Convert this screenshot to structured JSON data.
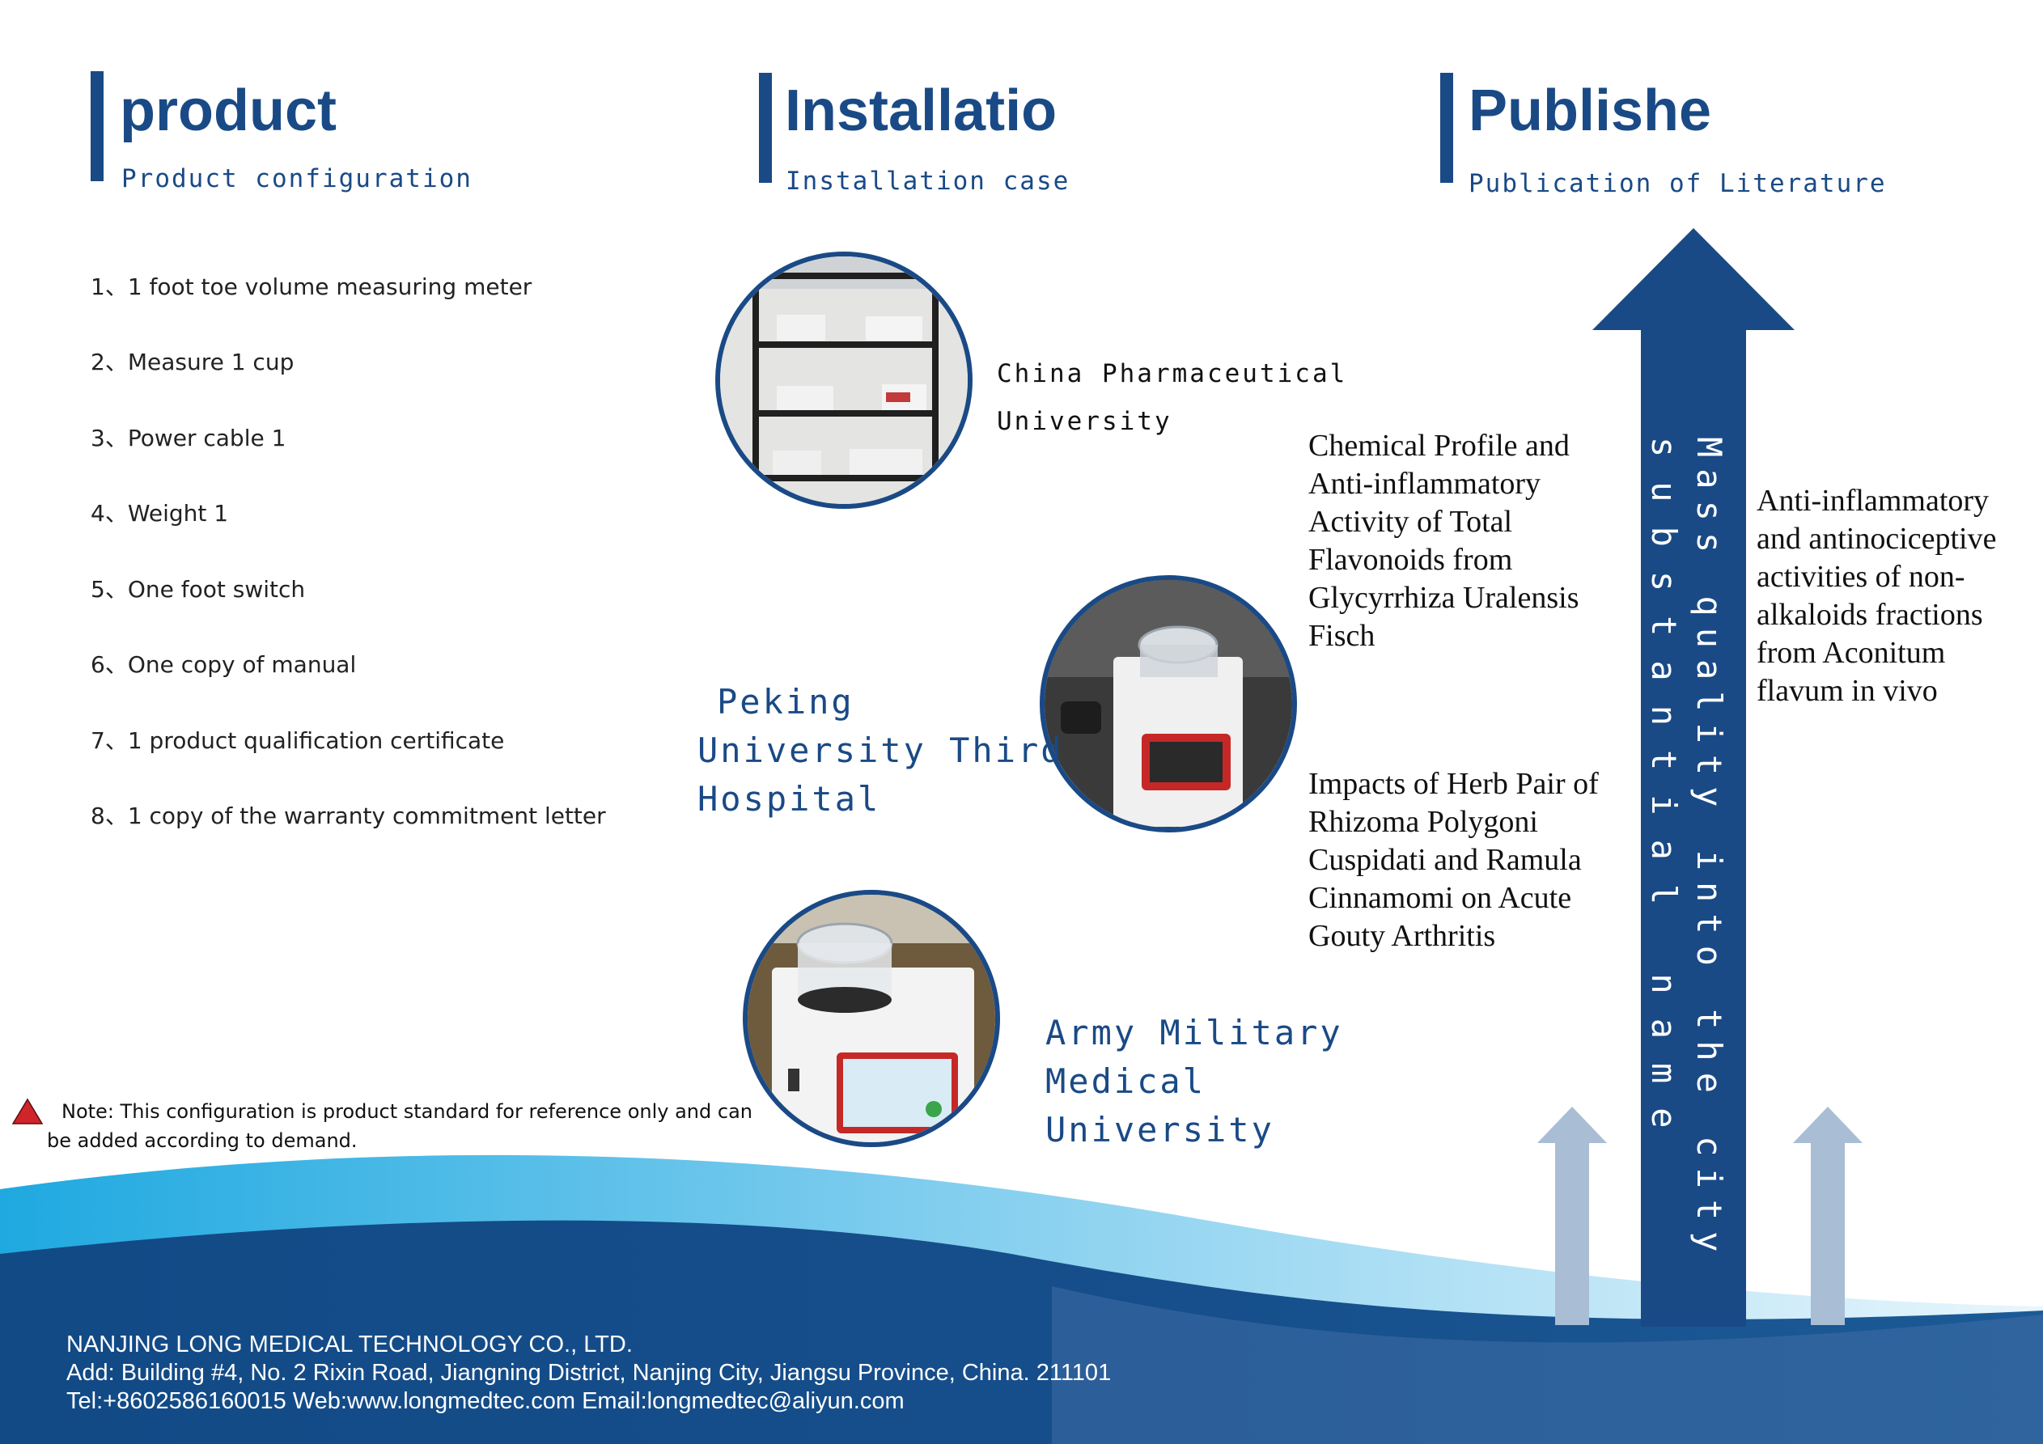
{
  "sections": {
    "product": {
      "title": "product",
      "subtitle": "Product configuration"
    },
    "installation": {
      "title": "Installatio",
      "subtitle": "Installation case"
    },
    "publish": {
      "title": "Publishe",
      "subtitle": "Publication of Literature"
    }
  },
  "config_items": [
    "1、1 foot toe volume measuring meter",
    "2、Measure 1 cup",
    "3、Power cable 1",
    "4、Weight 1",
    "5、One foot switch",
    "6、One copy of manual",
    "7、1 product qualification certificate",
    "8、1 copy of the warranty commitment letter"
  ],
  "note": "Note: This configuration is product standard for reference only and can be added according to demand.",
  "sites": {
    "site1": {
      "line1": "China Pharmaceutical",
      "line2": "University"
    },
    "site2": {
      "line1": "Peking",
      "line2": "University Third",
      "line3": "Hospital"
    },
    "site3": {
      "line1": "Army Military",
      "line2": "Medical",
      "line3": "University"
    }
  },
  "papers": {
    "paper1": "Chemical Profile and Anti-inflammatory Activity of Total Flavonoids from Glycyrrhiza Uralensis Fisch",
    "paper2": "Impacts of Herb Pair of Rhizoma Polygoni Cuspidati and Ramula Cinnamomi on Acute Gouty Arthritis",
    "paper3": "Anti-inflammatory and antinociceptive activities of non-alkaloids fractions from Aconitum flavum in vivo"
  },
  "arrow_text": {
    "line1": "Mass quality into the city",
    "line2": "substantial name"
  },
  "footer": {
    "company": "NANJING LONG MEDICAL TECHNOLOGY CO., LTD.",
    "address": "Add: Building #4, No. 2 Rixin Road, Jiangning District, Nanjing City, Jiangsu Province, China. 211101",
    "contact": "Tel:+8602586160015 Web:www.longmedtec.com Email:longmedtec@aliyun.com"
  },
  "colors": {
    "brand_blue": "#1a4a86",
    "light_arrow": "#a9bdd4",
    "note_triangle": "#d0242b"
  }
}
